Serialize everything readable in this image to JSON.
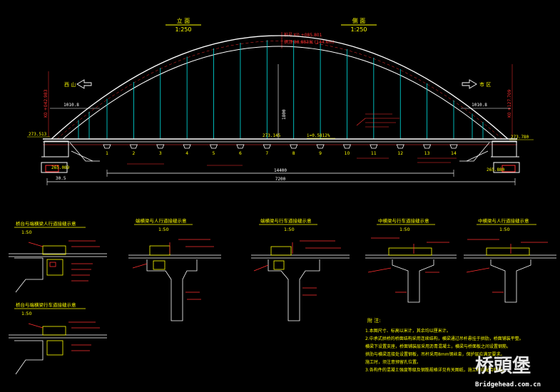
{
  "elevation": {
    "title": "立 面",
    "scale": "1:250",
    "side_title": "侧 面",
    "side_scale": "1:250",
    "crown_station": "桩号 K0 +085.801",
    "crown_elev": "拱顶 88.883米 (144.6m)",
    "left_direction": "西 山",
    "right_direction": "市 区",
    "left_station": "K0 +042.983",
    "right_station": "K0 +127.709",
    "left_dim": "1010.8",
    "right_dim": "1010.8",
    "left_elev": "273.513",
    "right_elev": "273.780",
    "center_elev": "273.145",
    "slope_note": "i=0.5812%",
    "rise": "1800",
    "total_span": "14400",
    "overall_length": "7200",
    "left_bottom_elev": "265.089",
    "right_bottom_elev": "265.880",
    "left_small_dim": "30.5",
    "hanger_numbers": [
      "1",
      "2",
      "3",
      "4",
      "5",
      "6",
      "7",
      "8",
      "9",
      "10",
      "11",
      "12",
      "13",
      "14"
    ]
  },
  "details": [
    {
      "title": "桥台与端横梁人行道接缝示意",
      "scale": "1:50"
    },
    {
      "title": "端横梁与人行道接缝示意",
      "scale": "1:50"
    },
    {
      "title": "端横梁与行车道接缝示意",
      "scale": "1:50"
    },
    {
      "title": "中横梁与行车道接缝示意",
      "scale": "1:50"
    },
    {
      "title": "中横梁与人行道接缝示意",
      "scale": "1:50"
    },
    {
      "title": "桥台与端横梁行车道接缝示意",
      "scale": "1:50"
    }
  ],
  "notes": {
    "heading": "附 注:",
    "lines": [
      "1.本图尺寸、标高以米计，其余均以厘米计。",
      "2.中承式拱桥的桥面结构采用连续结构，横梁通过吊杆悬挂于拱肋，桥面铺装平整。",
      "横梁下设置支座，桥面铺装层采用沥青混凝土，横梁与桥面板之间设置钢筋。",
      "拱肋与横梁连接处设置钢板，吊杆采用8mm钢丝束，保护层应满足要求。",
      "施工时，须注意预留孔位置。",
      "3.各构件的混凝土强度等级及钢筋规格详见有关图纸，施工时应配合检查。"
    ]
  },
  "watermark": {
    "logo_text": "桥頭堡",
    "url": "Bridgehead.com.cn"
  },
  "colors": {
    "background": "#000000",
    "structure": "#ffffff",
    "hanger": "#00e5e5",
    "dimension": "#ff3030",
    "label": "#ffff00",
    "detail": "#ffff00",
    "concrete": "#ff2020"
  }
}
